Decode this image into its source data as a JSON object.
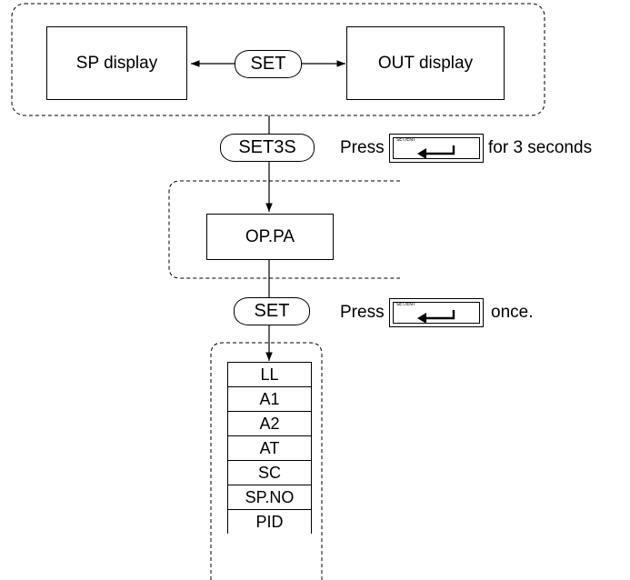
{
  "top_group": {
    "sp_display": "SP display",
    "set_key": "SET",
    "out_display": "OUT display"
  },
  "step1": {
    "key": "SET3S",
    "press_label": "Press",
    "key_legend": "SET/ENT",
    "suffix": "for 3 seconds"
  },
  "oppa": "OP.PA",
  "step2": {
    "key": "SET",
    "press_label": "Press",
    "key_legend": "SET/ENT",
    "suffix": "once."
  },
  "parameters": [
    "LL",
    "A1",
    "A2",
    "AT",
    "SC",
    "SP.NO",
    "PID"
  ]
}
